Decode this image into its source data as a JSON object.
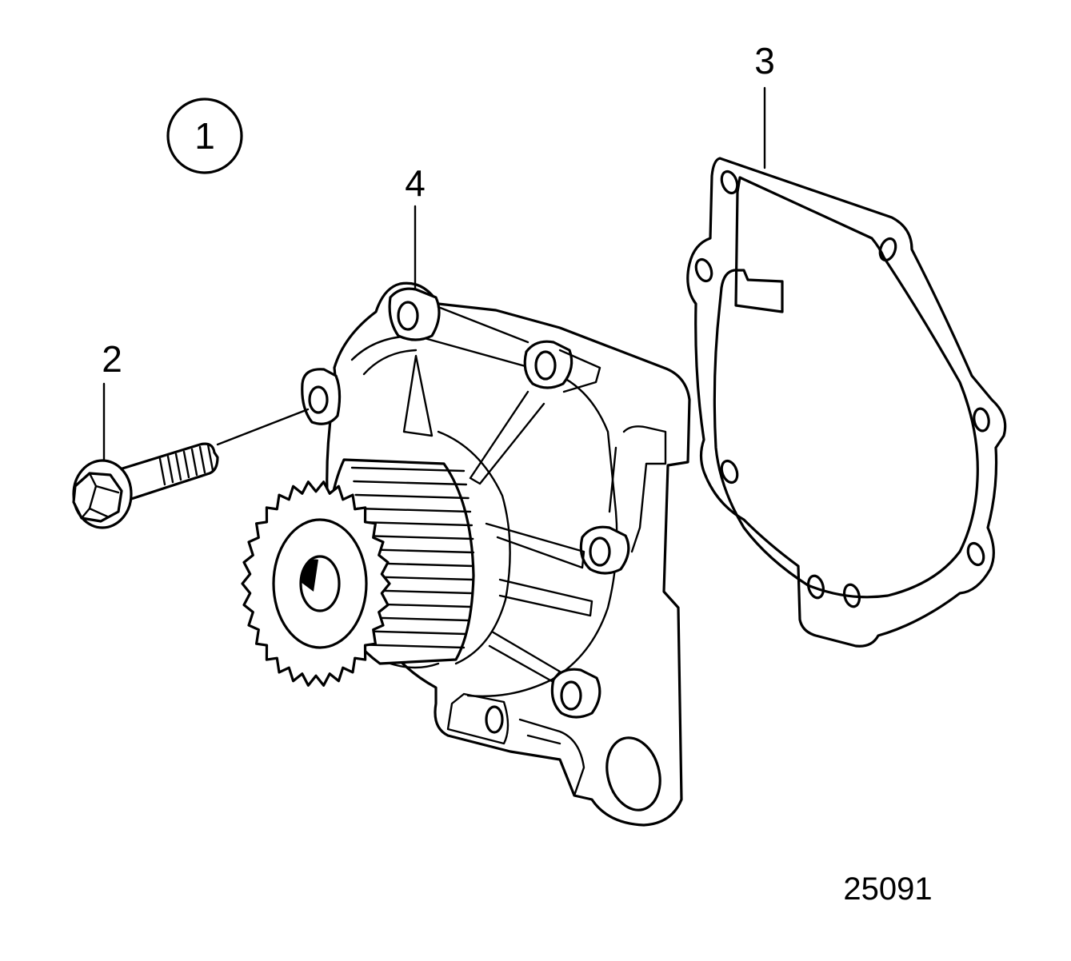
{
  "diagram": {
    "group_callout": "1",
    "callouts": [
      {
        "id": "bolt",
        "label": "2"
      },
      {
        "id": "gasket",
        "label": "3"
      },
      {
        "id": "pump",
        "label": "4"
      }
    ],
    "figure_number": "25091"
  }
}
